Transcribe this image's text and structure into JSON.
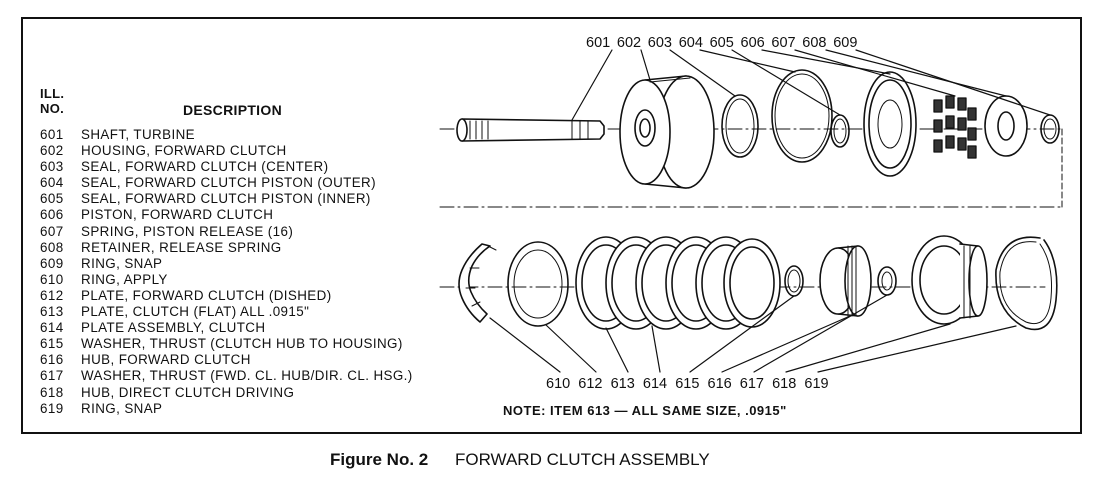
{
  "header": {
    "ill_line1": "ILL.",
    "ill_line2": "NO.",
    "description": "DESCRIPTION"
  },
  "parts": [
    {
      "num": "601",
      "desc": "SHAFT, TURBINE"
    },
    {
      "num": "602",
      "desc": "HOUSING, FORWARD CLUTCH"
    },
    {
      "num": "603",
      "desc": "SEAL, FORWARD CLUTCH (CENTER)"
    },
    {
      "num": "604",
      "desc": "SEAL, FORWARD CLUTCH PISTON (OUTER)"
    },
    {
      "num": "605",
      "desc": "SEAL, FORWARD CLUTCH PISTON (INNER)"
    },
    {
      "num": "606",
      "desc": "PISTON, FORWARD CLUTCH"
    },
    {
      "num": "607",
      "desc": "SPRING, PISTON RELEASE (16)"
    },
    {
      "num": "608",
      "desc": "RETAINER, RELEASE SPRING"
    },
    {
      "num": "609",
      "desc": "RING, SNAP"
    },
    {
      "num": "610",
      "desc": "RING, APPLY"
    },
    {
      "num": "612",
      "desc": "PLATE, FORWARD CLUTCH (DISHED)"
    },
    {
      "num": "613",
      "desc": "PLATE, CLUTCH (FLAT) ALL .0915\""
    },
    {
      "num": "614",
      "desc": "PLATE ASSEMBLY, CLUTCH"
    },
    {
      "num": "615",
      "desc": "WASHER, THRUST (CLUTCH HUB TO HOUSING)"
    },
    {
      "num": "616",
      "desc": "HUB, FORWARD CLUTCH"
    },
    {
      "num": "617",
      "desc": "WASHER, THRUST (FWD. CL. HUB/DIR. CL. HSG.)"
    },
    {
      "num": "618",
      "desc": "HUB, DIRECT CLUTCH DRIVING"
    },
    {
      "num": "619",
      "desc": "RING, SNAP"
    }
  ],
  "top_callouts": [
    "601",
    "602",
    "603",
    "604",
    "605",
    "606",
    "607",
    "608",
    "609"
  ],
  "bottom_callouts": [
    "610",
    "612",
    "613",
    "614",
    "615",
    "616",
    "617",
    "618",
    "619"
  ],
  "note": "NOTE: ITEM 613 — ALL SAME SIZE, .0915\"",
  "caption": {
    "figure_label": "Figure No. 2",
    "title": "FORWARD CLUTCH ASSEMBLY"
  }
}
